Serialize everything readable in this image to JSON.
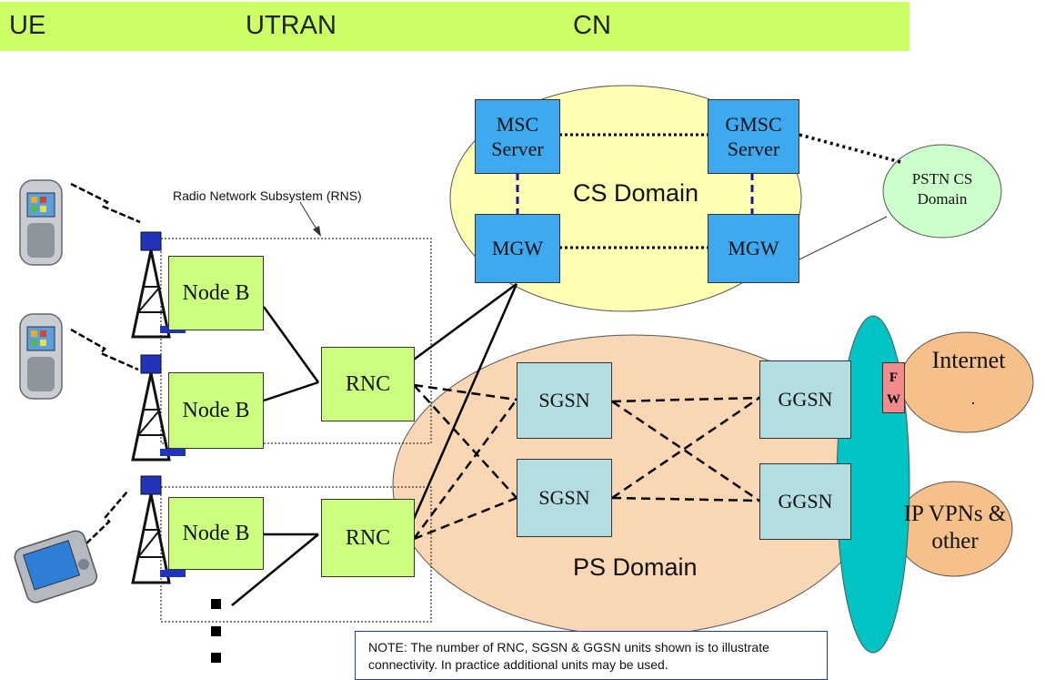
{
  "header": {
    "band_color": "#ccff66",
    "ue": "UE",
    "utran": "UTRAN",
    "cn": "CN"
  },
  "rns": {
    "label": "Radio Network Subsystem (RNS)"
  },
  "cs_domain": {
    "label": "CS Domain",
    "msc_server": "MSC Server",
    "gmsc_server": "GMSC Server",
    "mgw_left": "MGW",
    "mgw_right": "MGW"
  },
  "pstn": {
    "label": "PSTN CS Domain"
  },
  "ps_domain": {
    "label": "PS Domain",
    "sgsn_top": "SGSN",
    "sgsn_bottom": "SGSN",
    "ggsn_top": "GGSN",
    "ggsn_bottom": "GGSN"
  },
  "utran": {
    "node_b_1": "Node B",
    "node_b_2": "Node B",
    "node_b_3": "Node B",
    "rnc_top": "RNC",
    "rnc_bottom": "RNC"
  },
  "external": {
    "fw": "F W",
    "internet": "Internet",
    "internet_dot": ".",
    "ip_vpns": "IP VPNs & other"
  },
  "note": "NOTE: The number of RNC, SGSN & GGSN units shown is to illustrate connectivity. In practice additional units may be used.",
  "colors": {
    "cs_ellipse": "#ffffb3",
    "ps_ellipse": "#fad7b4",
    "blue_box": "#3fa9f0",
    "green_box": "#ccff80",
    "teal_box": "#b3dde1",
    "teal_ellipse": "#00c3c3",
    "pstn": "#ccffcc",
    "external": "#f6c08a",
    "firewall": "#f28b8b"
  }
}
